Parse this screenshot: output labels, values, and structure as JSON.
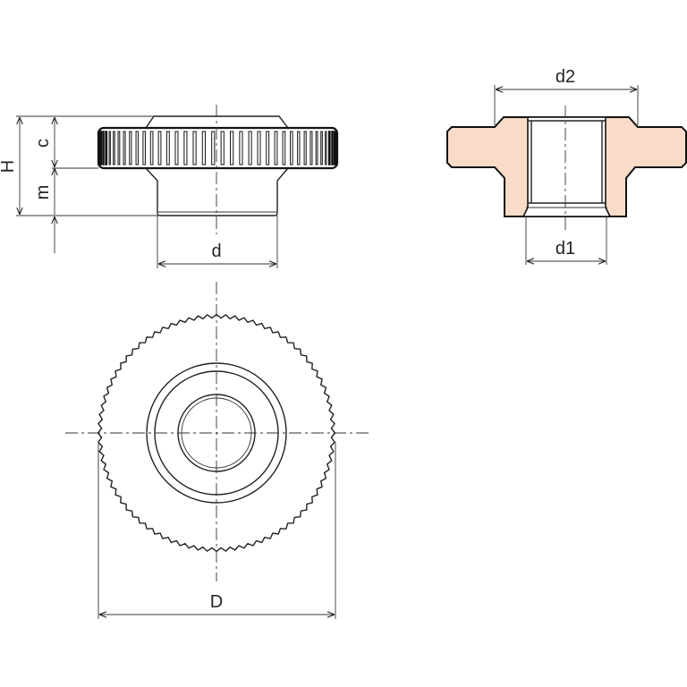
{
  "labels": {
    "height_total": "H",
    "height_knurl": "c",
    "height_stem": "m",
    "diameter_stem": "d",
    "diameter_collar": "d2",
    "diameter_thread": "d1",
    "diameter_outer": "D"
  },
  "colors": {
    "section_fill": "#f9dcc8",
    "line": "#222222"
  }
}
